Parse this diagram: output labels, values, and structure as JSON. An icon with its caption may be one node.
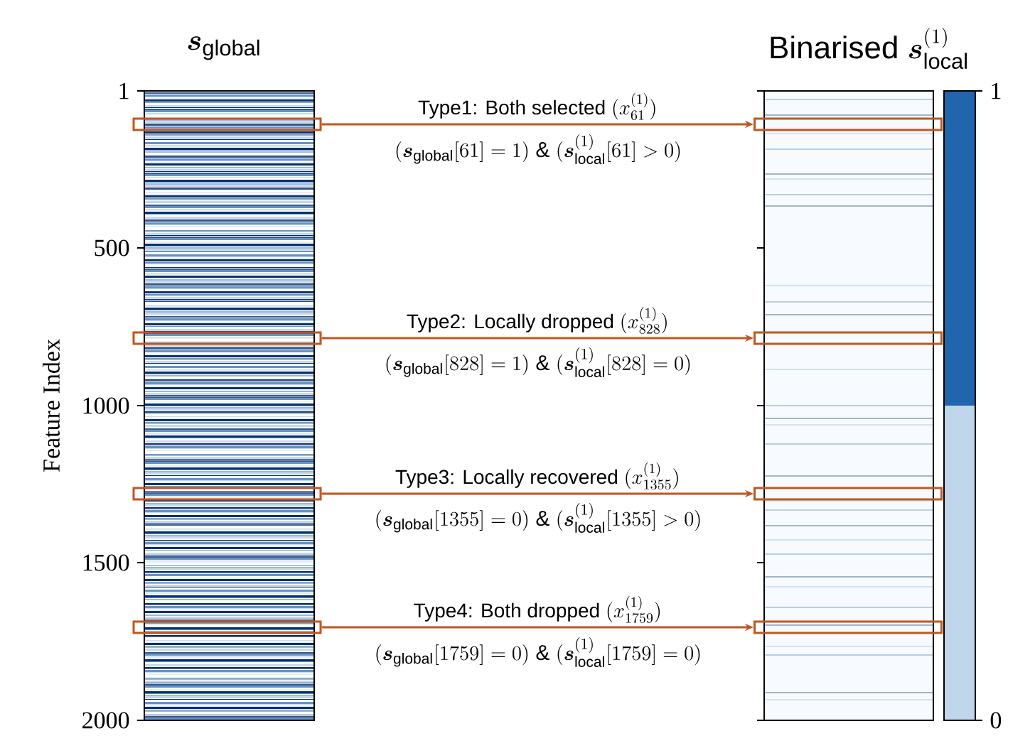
{
  "diagram": {
    "nodes": [
      {
        "text": [],
        "shape": "box"
      },
      {
        "text": [],
        "shape": "box"
      },
      {
        "text": [],
        "shape": "box"
      },
      {
        "text": [],
        "shape": "box"
      },
      {
        "text": [],
        "shape": "box"
      },
      {
        "text": [],
        "shape": "box"
      },
      {
        "text": [],
        "shape": "box"
      },
      {
        "text": [],
        "shape": "box"
      }
    ],
    "edges": [
      {
        "from": 0,
        "to": 4,
        "arrow": "to",
        "label": "\\text{Type1: Both selected }(x_{61}^{(1)})"
      },
      {
        "from": 1,
        "to": 5,
        "arrow": "to",
        "label": "\\text{Type2: Locally dropped }(x_{828}^{(1)})"
      },
      {
        "from": 2,
        "to": 6,
        "arrow": "to",
        "label": "\\text{Type3: Locally recovered }(x_{1355}^{(1)})"
      },
      {
        "from": 3,
        "to": 7,
        "arrow": "to",
        "label": "\\text{Type4: Both dropped }(x_{1759}^{(1)})"
      }
    ],
    "labels": [
      "\\boldsymbol{s}_{\\mathrm{global}}",
      "\\text{Binarised }\\boldsymbol{s}^{(1)}_{\\mathrm{local}}",
      "1",
      "500",
      "1000",
      "1500",
      "2000",
      "Feature Index",
      "1",
      "0",
      "(\\boldsymbol{s}_{\\mathrm{global}}[61]=1)\\ \\&\\ (\\boldsymbol{s}^{(1)}_{\\mathrm{local}}[61]>0)",
      "(\\boldsymbol{s}_{\\mathrm{global}}[828]=1)\\ \\&\\ (\\boldsymbol{s}^{(1)}_{\\mathrm{local}}[828]=0)",
      "(\\boldsymbol{s}_{\\mathrm{global}}[1355]=0)\\ \\&\\ (\\boldsymbol{s}^{(1)}_{\\mathrm{local}}[1355]>0)",
      "(\\boldsymbol{s}_{\\mathrm{global}}[1759]=0)\\ \\&\\ (\\boldsymbol{s}^{(1)}_{\\mathrm{local}}[1759]=0)"
    ]
  }
}
